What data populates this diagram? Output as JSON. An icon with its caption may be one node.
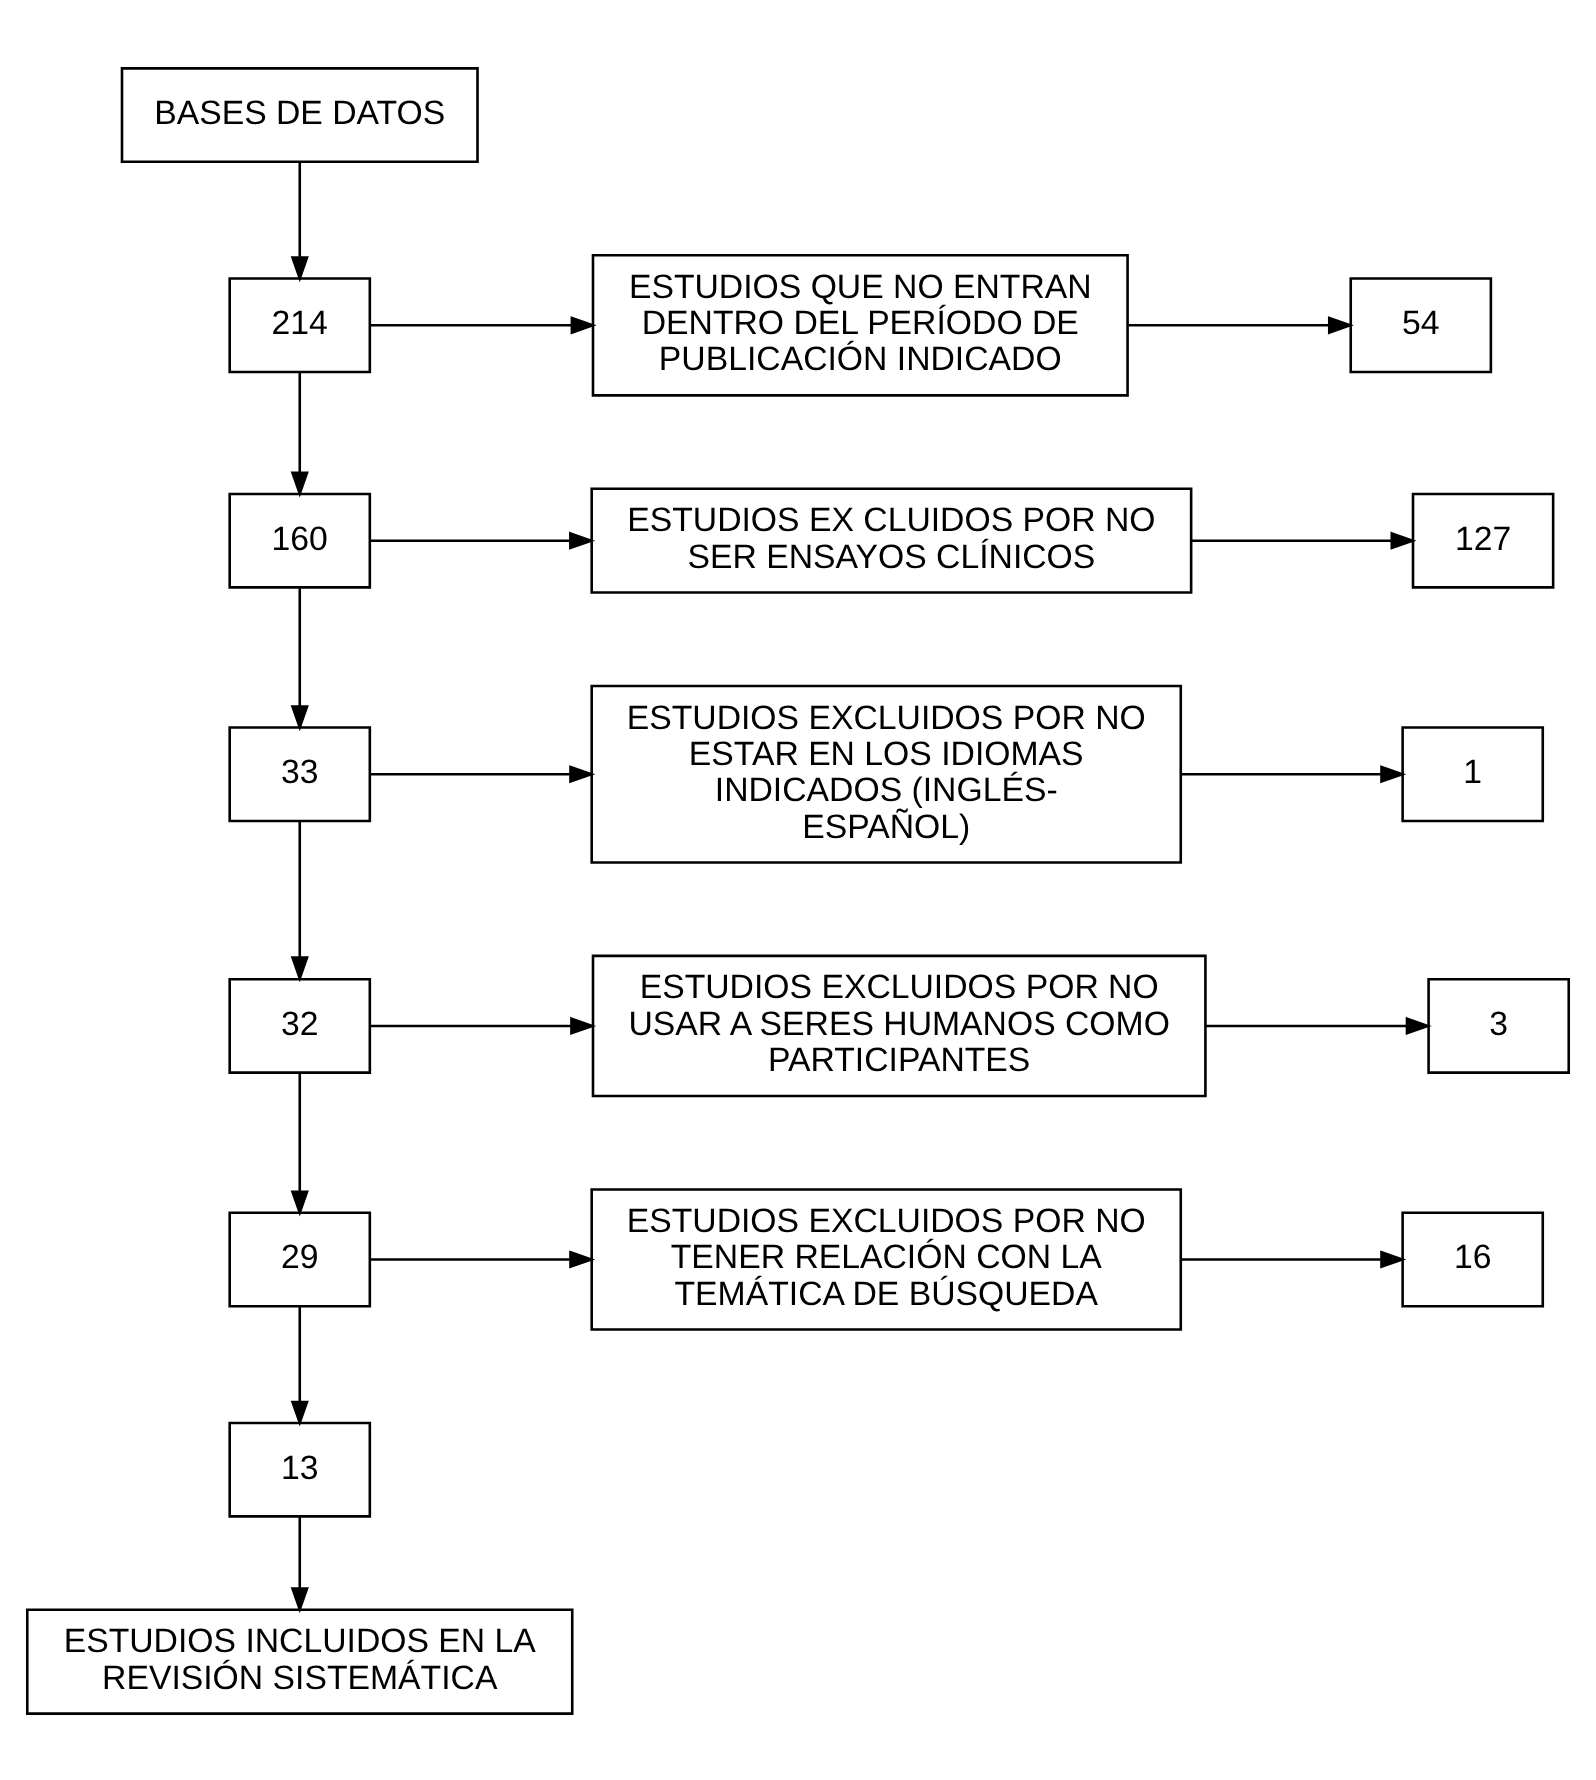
{
  "diagram": {
    "nodes": [
      {
        "text": [
          "BASES DE DATOS"
        ]
      },
      {
        "text": [
          "214"
        ]
      },
      {
        "text": [
          "ESTUDIOS QUE NO ENTRAN DENTRO DEL PERÍODO DE PUBLICACIÓN INDICADO"
        ]
      },
      {
        "text": [
          "54"
        ]
      },
      {
        "text": [
          "160"
        ]
      },
      {
        "text": [
          "ESTUDIOS EX CLUIDOS POR NO SER ENSAYOS CLÍNICOS"
        ]
      },
      {
        "text": [
          "127"
        ]
      },
      {
        "text": [
          "33"
        ]
      },
      {
        "text": [
          "ESTUDIOS EXCLUIDOS POR NO ESTAR EN LOS IDIOMAS INDICADOS (INGLÉS- ESPAÑOL)"
        ]
      },
      {
        "text": [
          "1"
        ]
      },
      {
        "text": [
          "32"
        ]
      },
      {
        "text": [
          "ESTUDIOS EXCLUIDOS POR NO USAR A SERES HUMANOS COMO PARTICIPANTES"
        ]
      },
      {
        "text": [
          "3"
        ]
      },
      {
        "text": [
          "29"
        ]
      },
      {
        "text": [
          "ESTUDIOS EXCLUIDOS POR NO TENER RELACIÓN CON LA TEMÁTICA DE BÚSQUEDA"
        ]
      },
      {
        "text": [
          "16"
        ]
      },
      {
        "text": [
          "13"
        ]
      },
      {
        "text": [
          "ESTUDIOS INCLUIDOS EN LA REVISIÓN SISTEMÁTICA"
        ]
      }
    ],
    "edges": [
      {
        "from": 0,
        "to": 1,
        "arrow": "to"
      },
      {
        "from": 1,
        "to": 2,
        "arrow": "to"
      },
      {
        "from": 2,
        "to": 3,
        "arrow": "to"
      },
      {
        "from": 1,
        "to": 4,
        "arrow": "to"
      },
      {
        "from": 4,
        "to": 5,
        "arrow": "to"
      },
      {
        "from": 5,
        "to": 6,
        "arrow": "to"
      },
      {
        "from": 4,
        "to": 7,
        "arrow": "to"
      },
      {
        "from": 7,
        "to": 8,
        "arrow": "to"
      },
      {
        "from": 8,
        "to": 9,
        "arrow": "to"
      },
      {
        "from": 7,
        "to": 10,
        "arrow": "to"
      },
      {
        "from": 10,
        "to": 11,
        "arrow": "to"
      },
      {
        "from": 11,
        "to": 12,
        "arrow": "to"
      },
      {
        "from": 10,
        "to": 13,
        "arrow": "to"
      },
      {
        "from": 13,
        "to": 14,
        "arrow": "to"
      },
      {
        "from": 14,
        "to": 15,
        "arrow": "to"
      },
      {
        "from": 13,
        "to": 16,
        "arrow": "to"
      },
      {
        "from": 16,
        "to": 17,
        "arrow": "to"
      }
    ]
  }
}
